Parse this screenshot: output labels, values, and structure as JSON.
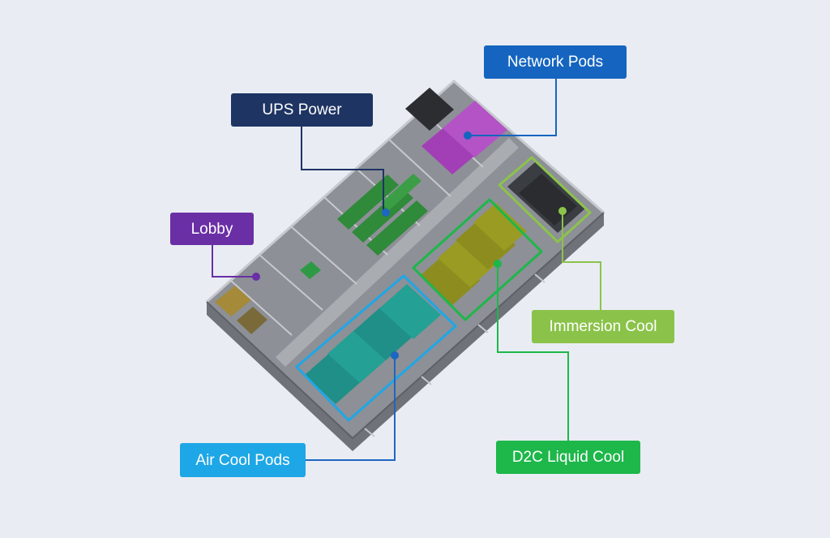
{
  "labels": {
    "network": {
      "text": "Network Pods",
      "color": "#1565c0"
    },
    "ups": {
      "text": "UPS Power",
      "color": "#1e3463"
    },
    "lobby": {
      "text": "Lobby",
      "color": "#6a2fa5"
    },
    "immersion": {
      "text": "Immersion Cool",
      "color": "#8bc34a"
    },
    "d2c": {
      "text": "D2C Liquid Cool",
      "color": "#1db74a"
    },
    "air": {
      "text": "Air Cool Pods",
      "color": "#1ea7e6"
    }
  },
  "colors": {
    "background": "#e9edf3",
    "building": "#8d9096",
    "walls": "#c6c9ce",
    "network_racks": "#a23fb6",
    "ups_units": "#2f8a3a",
    "immersion_tanks": "#3a3d42",
    "d2c_racks": "#8c8d1e",
    "air_pods": "#1f8f87"
  }
}
